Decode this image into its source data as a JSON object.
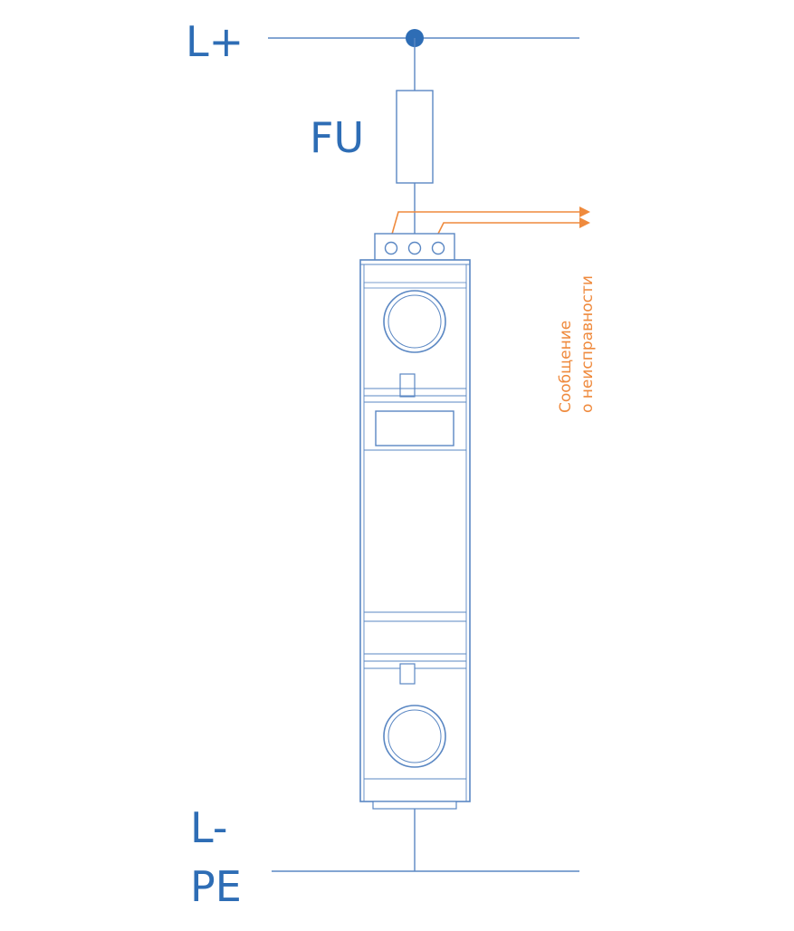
{
  "diagram": {
    "labels": {
      "top_rail": "L+",
      "fuse": "FU",
      "negative_rail": "L-",
      "ground_rail": "PE",
      "signal_line1": "Сообщение",
      "signal_line2": "о неисправности"
    },
    "colors": {
      "line": "#5a87c3",
      "text": "#2e6db5",
      "signal": "#ef8a3d",
      "node": "#2e6db5"
    },
    "terminals": {
      "count": 3
    }
  }
}
